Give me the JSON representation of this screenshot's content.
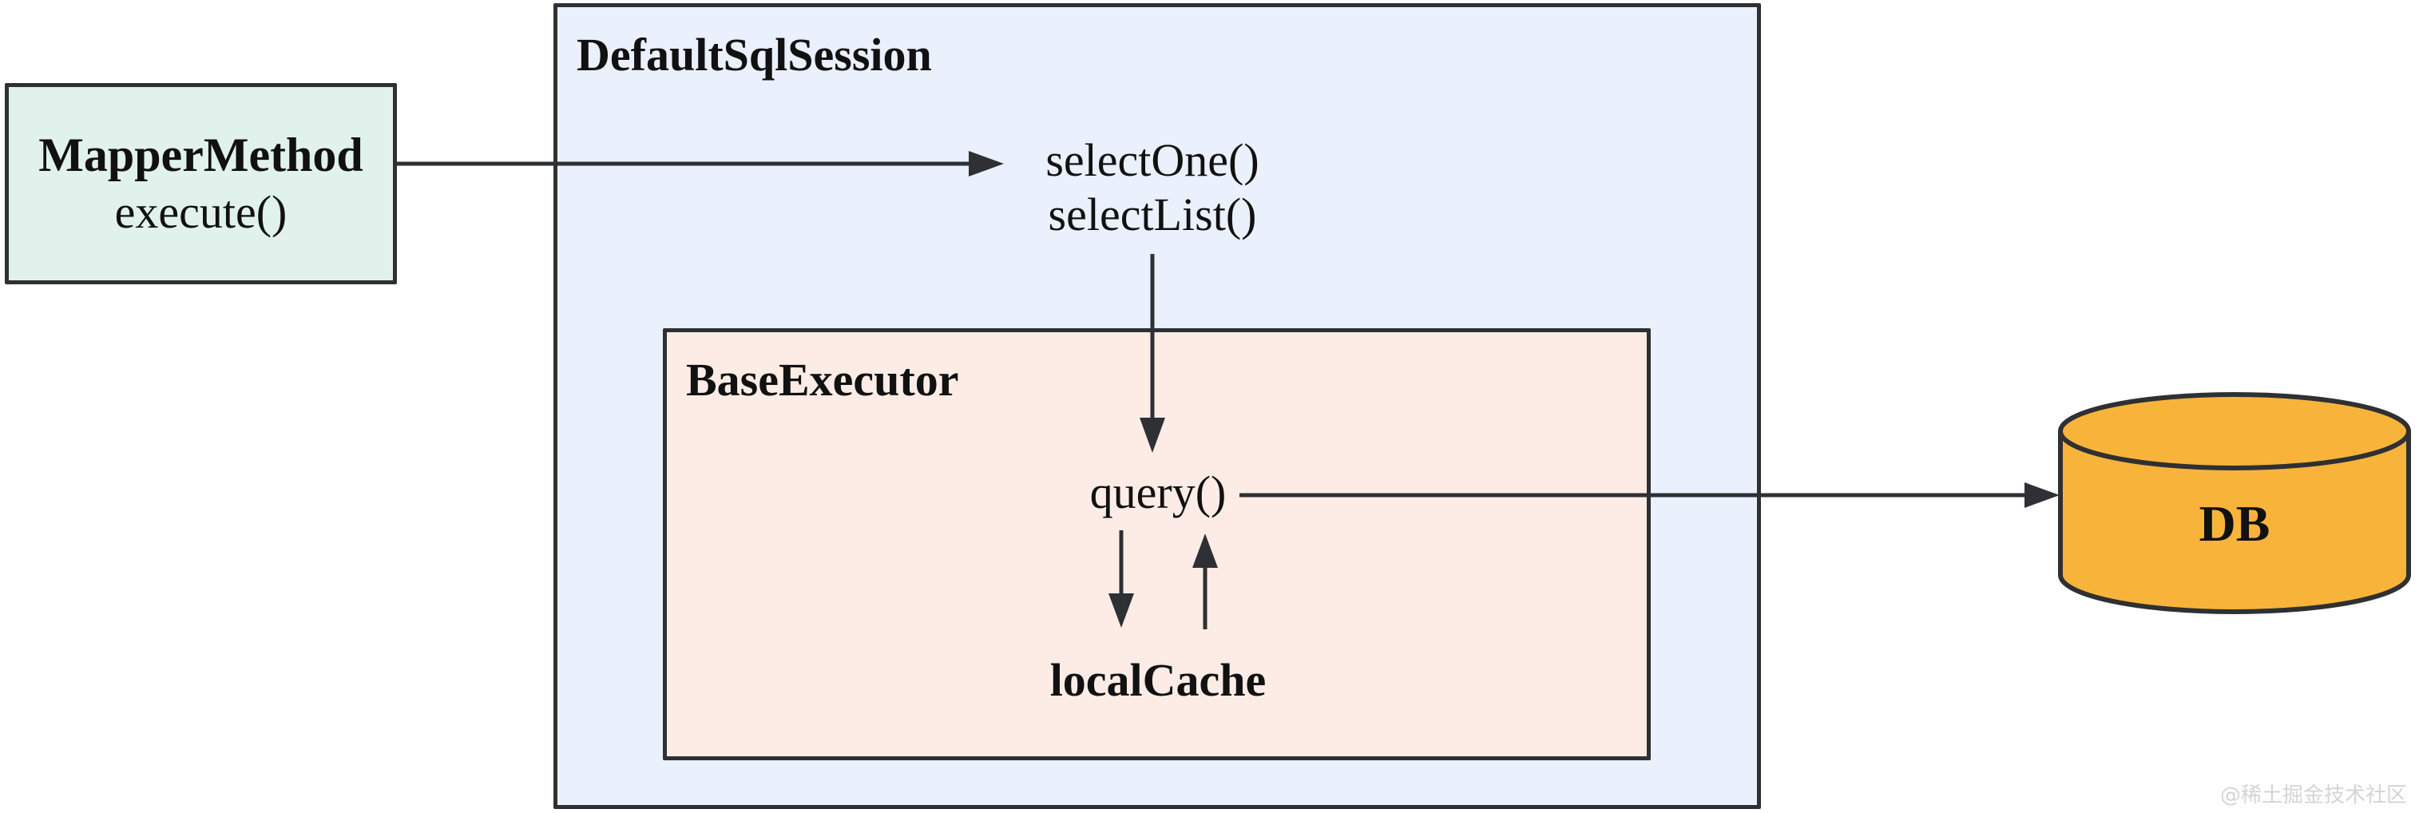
{
  "diagram": {
    "mapper": {
      "title": "MapperMethod",
      "method": "execute()"
    },
    "session": {
      "title": "DefaultSqlSession",
      "methods": [
        "selectOne()",
        "selectList()"
      ]
    },
    "executor": {
      "title": "BaseExecutor",
      "method": "query()",
      "cache": "localCache"
    },
    "db": {
      "label": "DB"
    }
  },
  "watermark": "@稀土掘金技术社区",
  "colors": {
    "mapper-fill": "#e0f2eb",
    "session-fill": "#eaf0fc",
    "executor-fill": "#fdece6",
    "db-fill": "#f8b43a",
    "stroke": "#2e3033",
    "watermark-color": "#d4d4d4"
  }
}
